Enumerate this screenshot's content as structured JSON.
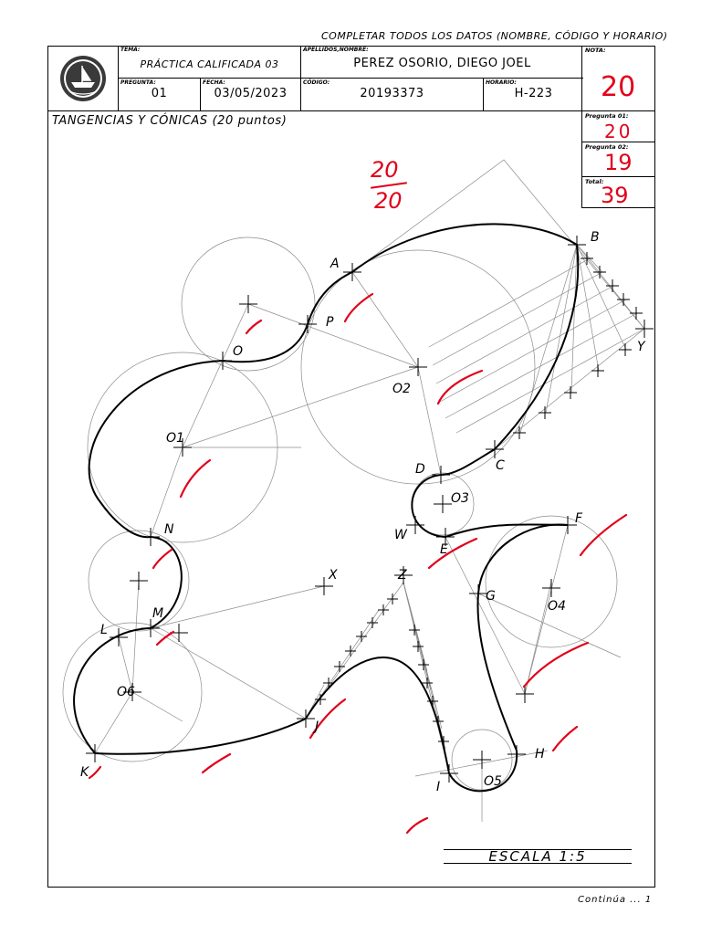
{
  "header_note": "COMPLETAR TODOS LOS DATOS (NOMBRE, CÓDIGO Y HORARIO)",
  "form": {
    "tema_label": "TEMA:",
    "tema": "PRÁCTICA CALIFICADA 03",
    "apellidos_label": "APELLIDOS,NOMBRE:",
    "apellidos": "PEREZ OSORIO, DIEGO JOEL",
    "nota_label": "NOTA:",
    "nota": "20",
    "pregunta_label": "PREGUNTA:",
    "pregunta": "01",
    "fecha_label": "FECHA:",
    "fecha": "03/05/2023",
    "codigo_label": "CÓDIGO:",
    "codigo": "20193373",
    "horario_label": "HORARIO:",
    "horario": "H-223"
  },
  "scores": {
    "p1_label": "Pregunta 01:",
    "p1": "20",
    "p2_label": "Pregunta 02:",
    "p2": "19",
    "total_label": "Total:",
    "total": "39"
  },
  "problem_title": "TANGENCIAS Y CÓNICAS (20 puntos)",
  "grade_mark": {
    "numerator": "20",
    "denominator": "20"
  },
  "points": [
    "A",
    "B",
    "P",
    "O",
    "O2",
    "O1",
    "D",
    "C",
    "O3",
    "W",
    "E",
    "F",
    "Y",
    "G",
    "O4",
    "N",
    "M",
    "L",
    "X",
    "Z",
    "O6",
    "K",
    "J",
    "I",
    "O5",
    "H"
  ],
  "scale": "ESCALA 1:5",
  "footer": "Continúa ... 1",
  "colors": {
    "ink": "#000000",
    "construction": "#8c8c8c",
    "grader": "#e2001a"
  }
}
